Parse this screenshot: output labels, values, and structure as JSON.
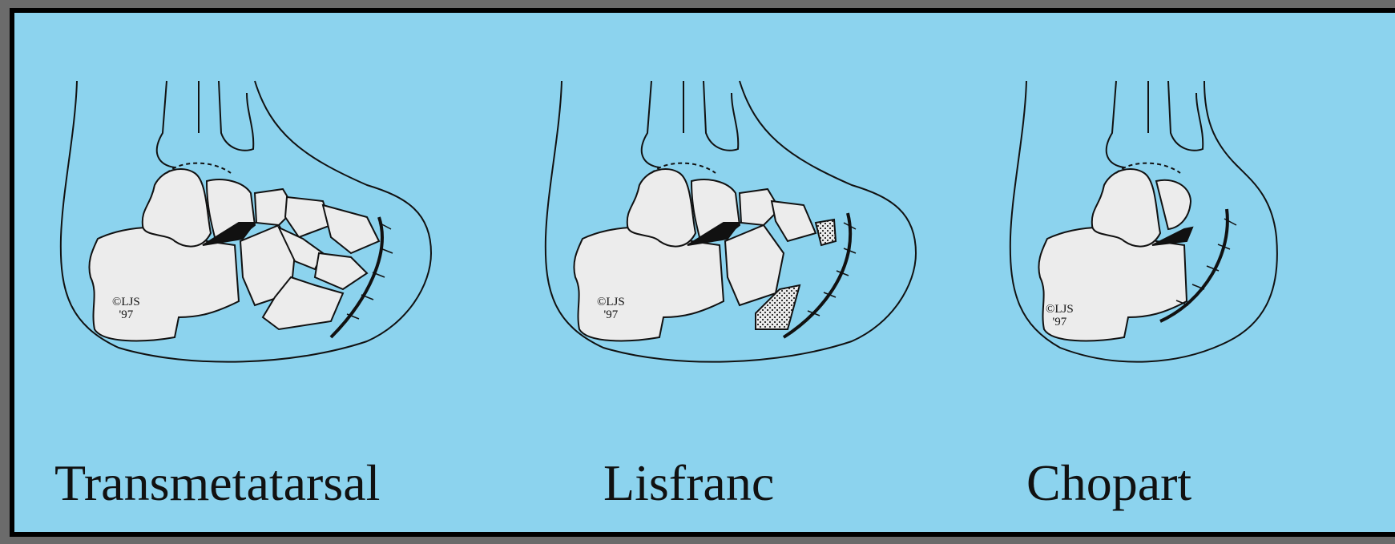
{
  "figure": {
    "colors": {
      "background": "#8cd3ee",
      "bone": "#ececec",
      "outline": "#111111",
      "frame": "#6b6b6b"
    },
    "panels": [
      {
        "caption": "Transmetatarsal",
        "copyright": "©LJS",
        "year": "'97"
      },
      {
        "caption": "Lisfranc",
        "copyright": "©LJS",
        "year": "'97"
      },
      {
        "caption": "Chopart",
        "copyright": "©LJS",
        "year": "'97"
      }
    ]
  }
}
